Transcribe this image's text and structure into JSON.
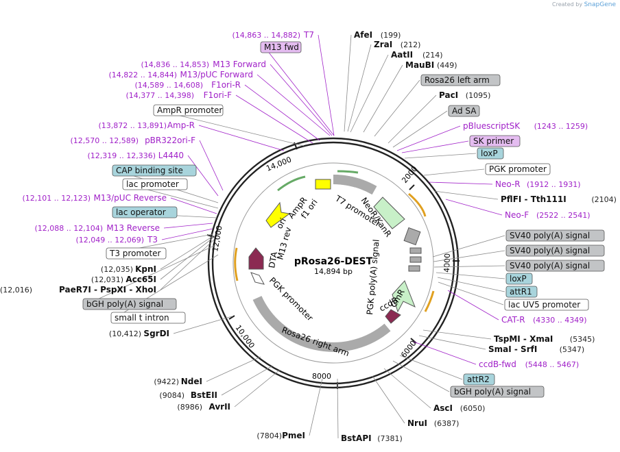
{
  "credit": {
    "prefix": "Created by",
    "brand": "SnapGene"
  },
  "plasmid": {
    "name": "pRosa26-DEST",
    "size_label": "14,894 bp"
  },
  "ticks": [
    "2000",
    "4000",
    "6000",
    "8000",
    "10,000",
    "12,000",
    "14,000"
  ],
  "labels": [
    {
      "name": "(14,863 .. 14,882)",
      "note": "T7",
      "style": "primer"
    },
    {
      "name": "M13 fwd",
      "style": "primer-box"
    },
    {
      "name": "(14,836 .. 14,853)",
      "note": "M13 Forward",
      "style": "primer"
    },
    {
      "name": "(14,822 .. 14,844)",
      "note": "M13/pUC Forward",
      "style": "primer"
    },
    {
      "name": "(14,589 .. 14,608)",
      "note": "F1ori-R",
      "style": "primer"
    },
    {
      "name": "(14,377 .. 14,398)",
      "note": "F1ori-F",
      "style": "primer"
    },
    {
      "name": "AmpR promoter",
      "style": "white-box"
    },
    {
      "name": "(13,872 .. 13,891)",
      "note": "Amp-R",
      "style": "primer"
    },
    {
      "name": "(12,570 .. 12,589)",
      "note": "pBR322ori-F",
      "style": "primer"
    },
    {
      "name": "(12,319 .. 12,336)",
      "note": "L4440",
      "style": "primer"
    },
    {
      "name": "CAP binding site",
      "style": "blue-box"
    },
    {
      "name": "lac promoter",
      "style": "white-box"
    },
    {
      "name": "(12,101 .. 12,123)",
      "note": "M13/pUC Reverse",
      "style": "primer"
    },
    {
      "name": "lac operator",
      "style": "blue-box"
    },
    {
      "name": "(12,088 .. 12,104)",
      "note": "M13 Reverse",
      "style": "primer"
    },
    {
      "name": "(12,049 .. 12,069)",
      "note": "T3",
      "style": "primer"
    },
    {
      "name": "T3 promoter",
      "style": "white-box"
    },
    {
      "name": "(12,035)",
      "note": "KpnI",
      "style": "enzyme"
    },
    {
      "name": "(12,031)",
      "note": "Acc65I",
      "style": "enzyme"
    },
    {
      "name": "(12,016)",
      "note": "PaeR7I  -  PspXI  -  XhoI",
      "style": "enzyme"
    },
    {
      "name": "bGH poly(A) signal",
      "style": "grey-box"
    },
    {
      "name": "small t intron",
      "style": "white-box"
    },
    {
      "name": "(10,412)",
      "note": "SgrDI",
      "style": "enzyme"
    },
    {
      "name": "(9422)",
      "note": "NdeI",
      "style": "enzyme"
    },
    {
      "name": "(9084)",
      "note": "BstEII",
      "style": "enzyme"
    },
    {
      "name": "(8986)",
      "note": "AvrII",
      "style": "enzyme"
    },
    {
      "name": "(7804)",
      "note": "PmeI",
      "style": "enzyme"
    },
    {
      "name": "BstAPI",
      "note": "(7381)",
      "style": "enzyme-r"
    },
    {
      "name": "NruI",
      "note": "(6387)",
      "style": "enzyme-r"
    },
    {
      "name": "AscI",
      "note": "(6050)",
      "style": "enzyme-r"
    },
    {
      "name": "bGH poly(A) signal",
      "style": "grey-box"
    },
    {
      "name": "attR2",
      "style": "blue-box"
    },
    {
      "name": "ccdB-fwd",
      "note": "(5448 .. 5467)",
      "style": "primer-r"
    },
    {
      "name": "SmaI  -  SrfI",
      "note": "(5347)",
      "style": "enzyme-r"
    },
    {
      "name": "TspMI  -  XmaI",
      "note": "(5345)",
      "style": "enzyme-r"
    },
    {
      "name": "CAT-R",
      "note": "(4330 .. 4349)",
      "style": "primer-r"
    },
    {
      "name": "lac UV5 promoter",
      "style": "white-box"
    },
    {
      "name": "attR1",
      "style": "blue-box"
    },
    {
      "name": "loxP",
      "style": "blue-box"
    },
    {
      "name": "SV40 poly(A) signal",
      "style": "grey-box"
    },
    {
      "name": "SV40 poly(A) signal",
      "style": "grey-box"
    },
    {
      "name": "SV40 poly(A) signal",
      "style": "grey-box"
    },
    {
      "name": "Neo-F",
      "note": "(2522 .. 2541)",
      "style": "primer-r"
    },
    {
      "name": "PflFI  -  Tth111I",
      "note": "(2104)",
      "style": "enzyme-r"
    },
    {
      "name": "Neo-R",
      "note": "(1912 .. 1931)",
      "style": "primer-r"
    },
    {
      "name": "PGK promoter",
      "style": "white-box"
    },
    {
      "name": "loxP",
      "style": "blue-box"
    },
    {
      "name": "SK primer",
      "style": "primer-box"
    },
    {
      "name": "pBluescriptSK",
      "note": "(1243 .. 1259)",
      "style": "primer-r"
    },
    {
      "name": "Ad SA",
      "style": "grey-box"
    },
    {
      "name": "PacI",
      "note": "(1095)",
      "style": "enzyme-r"
    },
    {
      "name": "Rosa26 left arm",
      "style": "grey-box"
    },
    {
      "name": "MauBI",
      "note": "(449)",
      "style": "enzyme-r"
    },
    {
      "name": "AatII",
      "note": "(214)",
      "style": "enzyme-r"
    },
    {
      "name": "ZraI",
      "note": "(212)",
      "style": "enzyme-r"
    },
    {
      "name": "AfeI",
      "note": "(199)",
      "style": "enzyme-r"
    }
  ],
  "features": [
    "T7 promoter",
    "NeoR/KanR",
    "PGK poly(A) signal",
    "CmR",
    "ccdB",
    "Rosa26 right arm",
    "PGK promoter",
    "DTA",
    "M13 rev",
    "ori",
    "AmpR",
    "f1 ori"
  ],
  "colors": {
    "primer": "#a020c8",
    "blue_box": "#a8d4dc",
    "grey_box": "#c2c4c6",
    "primer_box": "#e4bcf0",
    "ring": "#222222"
  }
}
